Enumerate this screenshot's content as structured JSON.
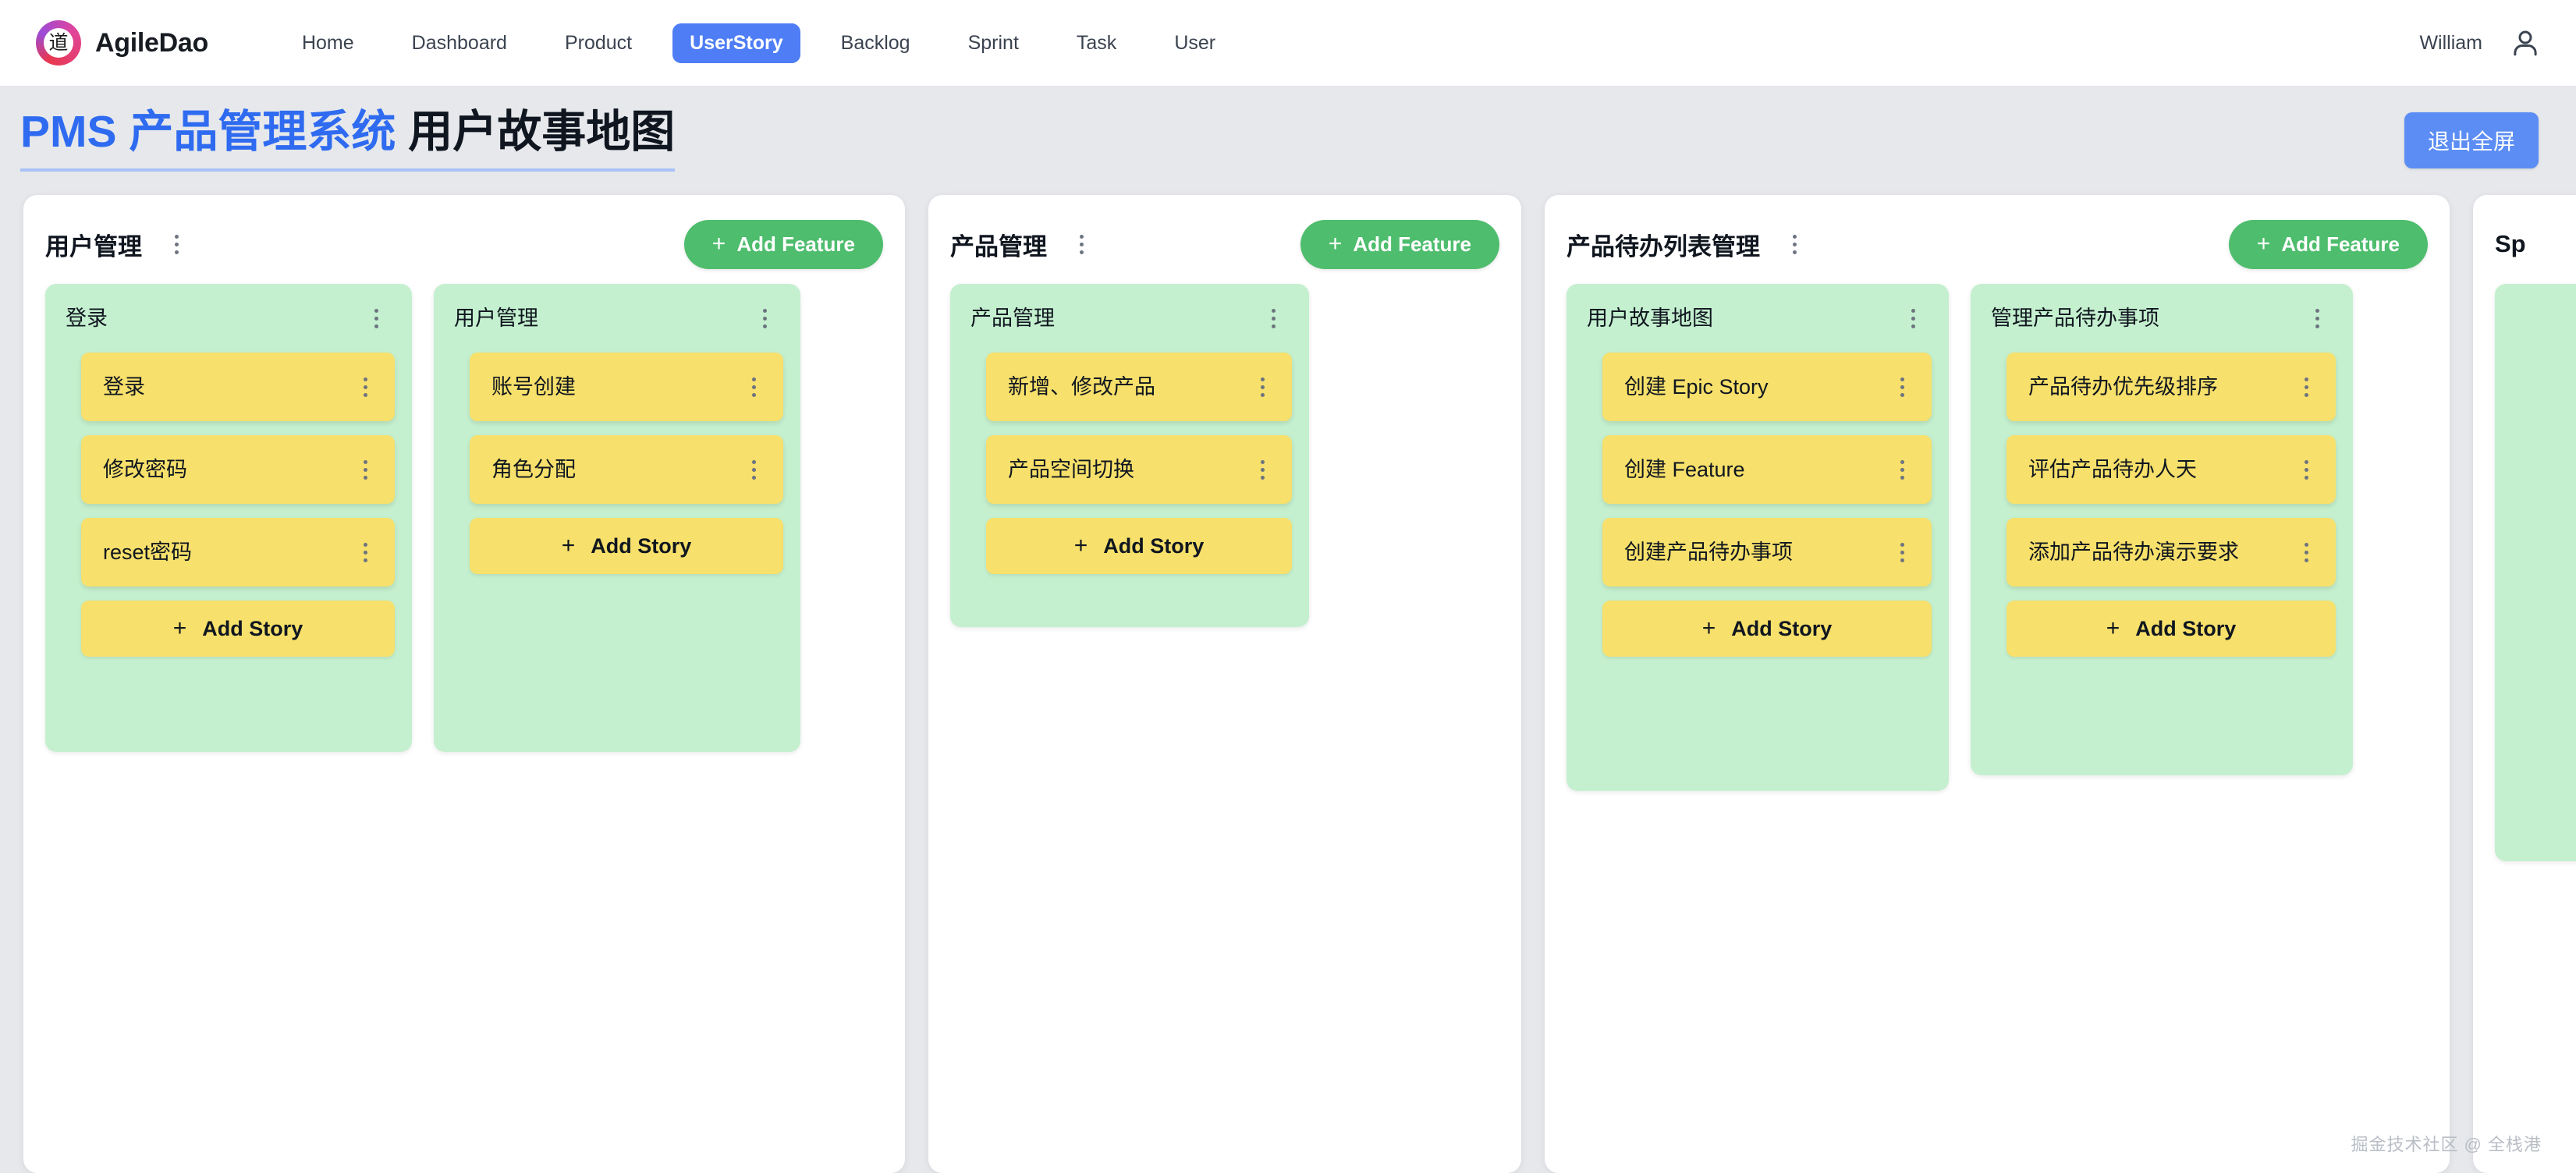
{
  "header": {
    "brand": "AgileDao",
    "logo_glyph": "道",
    "nav": [
      {
        "label": "Home",
        "active": false
      },
      {
        "label": "Dashboard",
        "active": false
      },
      {
        "label": "Product",
        "active": false
      },
      {
        "label": "UserStory",
        "active": true
      },
      {
        "label": "Backlog",
        "active": false
      },
      {
        "label": "Sprint",
        "active": false
      },
      {
        "label": "Task",
        "active": false
      },
      {
        "label": "User",
        "active": false
      }
    ],
    "user_name": "William",
    "accent_color": "#4e7df5"
  },
  "title_bar": {
    "title_blue": "PMS 产品管理系统",
    "title_dark": "用户故事地图",
    "fullscreen_button": "退出全屏",
    "underline_color": "#a9c2f8"
  },
  "labels": {
    "add_feature": "Add Feature",
    "add_story": "Add Story",
    "plus": "+"
  },
  "colors": {
    "feature_green": "#c4f0cf",
    "story_yellow": "#f7e06b",
    "add_feature_green": "#4ebd6d",
    "page_bg": "#e6e8eb"
  },
  "columns": [
    {
      "title": "用户管理",
      "features": [
        {
          "title": "登录",
          "stories": [
            "登录",
            "修改密码",
            "reset密码"
          ]
        },
        {
          "title": "用户管理",
          "stories": [
            "账号创建",
            "角色分配"
          ]
        }
      ]
    },
    {
      "title": "产品管理",
      "features": [
        {
          "title": "产品管理",
          "stories": [
            "新增、修改产品",
            "产品空间切换"
          ]
        }
      ]
    },
    {
      "title": "产品待办列表管理",
      "features": [
        {
          "title": "用户故事地图",
          "stories": [
            "创建 Epic Story",
            "创建 Feature",
            "创建产品待办事项"
          ]
        },
        {
          "title": "管理产品待办事项",
          "stories": [
            "产品待办优先级排序",
            "评估产品待办人天",
            "添加产品待办演示要求"
          ]
        }
      ]
    },
    {
      "title": "Sp",
      "features": [
        {
          "title": "",
          "stories": []
        }
      ]
    }
  ],
  "watermark": "掘金技术社区 @ 全栈港"
}
